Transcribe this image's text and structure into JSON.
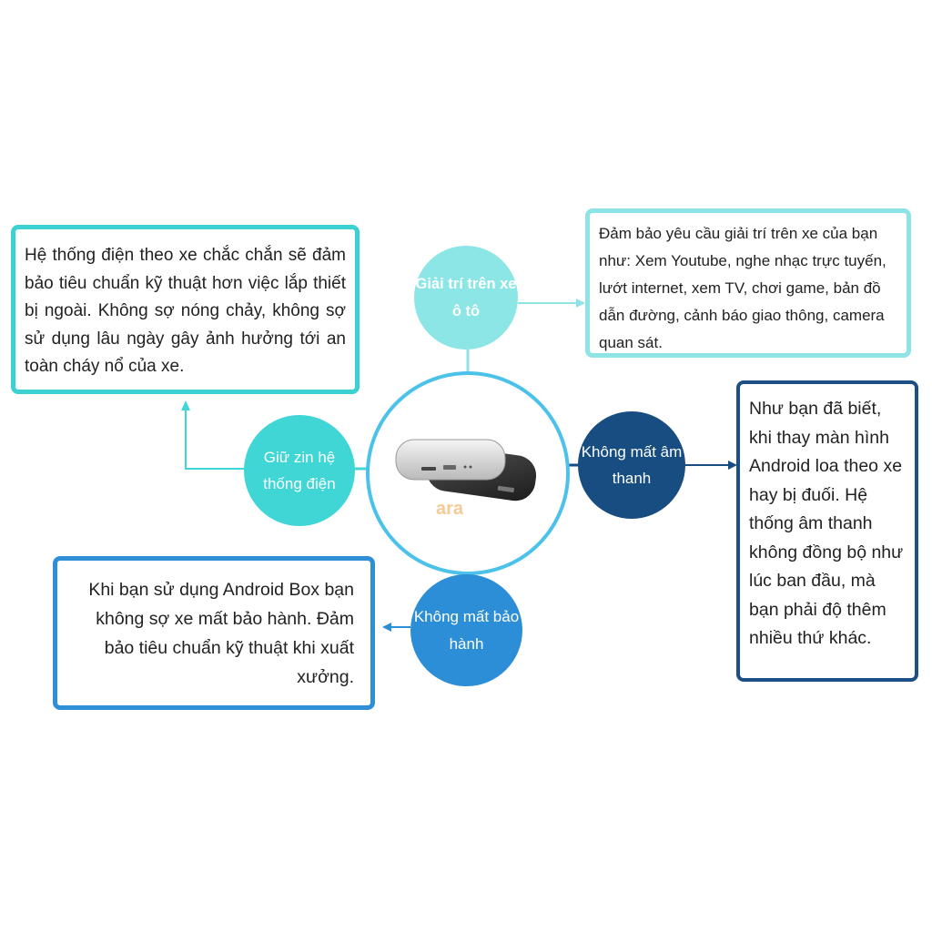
{
  "circles": {
    "entertainment": "Giải trí trên xe ô tô",
    "electrical": "Giữ zin hệ thống điện",
    "sound": "Không mất âm thanh",
    "warranty": "Không mất bảo hành"
  },
  "boxes": {
    "electrical": "Hệ thống điện theo xe chắc chắn sẽ đảm bảo tiêu chuẩn kỹ thuật hơn việc lắp thiết bị ngoài. Không sợ nóng chảy, không sợ sử dụng lâu ngày gây ảnh hưởng tới an toàn cháy nổ của xe.",
    "entertainment": "Đảm bảo yêu cầu giải trí trên xe của bạn như: Xem Youtube, nghe nhạc trực tuyến, lướt internet, xem TV, chơi game, bản đồ dẫn đường, cảnh báo giao thông, camera quan sát.",
    "sound": "Như bạn đã biết, khi thay màn hình Android loa theo xe hay bị đuối. Hệ thống âm thanh không đồng bộ như lúc ban đầu, mà bạn phải độ thêm nhiều thứ khác.",
    "warranty": "Khi bạn sử dụng Android Box bạn không sợ xe mất bảo hành. Đảm bảo tiêu chuẩn kỹ thuật khi xuất xưởng."
  },
  "colors": {
    "cyan_light": "#8ce6e6",
    "cyan": "#40d6d6",
    "navy": "#174d80",
    "blue": "#2b8ed6",
    "ring": "#4cc2ea"
  },
  "center_image": "android-box-device-icon"
}
